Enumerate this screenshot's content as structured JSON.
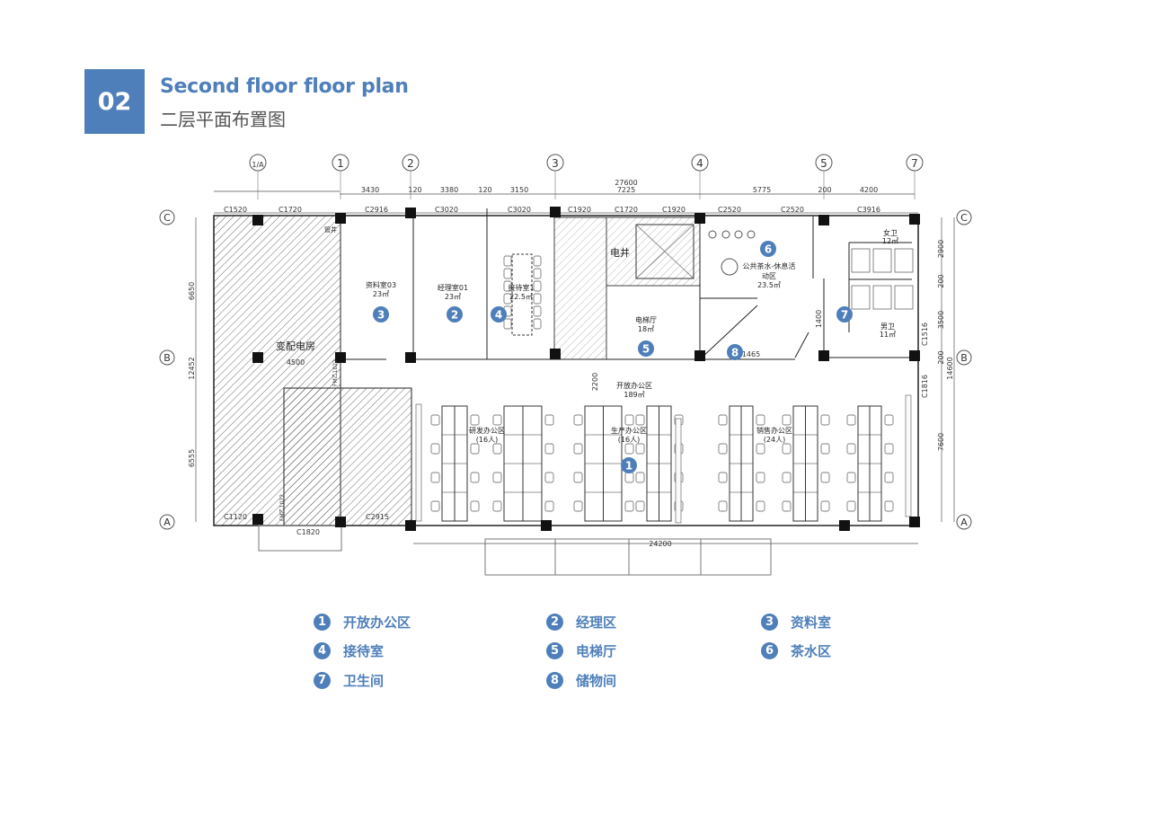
{
  "header": {
    "number": "02",
    "title_en": "Second floor floor plan",
    "title_cn": "二层平面布置图"
  },
  "colors": {
    "accent": "#4f7fba"
  },
  "axes": {
    "cols": [
      "1/A",
      "1",
      "2",
      "3",
      "4",
      "5",
      "7"
    ],
    "rows": [
      "C",
      "B",
      "A"
    ]
  },
  "dimensions": {
    "top": [
      "3430",
      "120",
      "3380",
      "120",
      "3150",
      "27600",
      "7225",
      "5775",
      "200",
      "4200"
    ],
    "left": [
      "6650",
      "12452",
      "6555"
    ],
    "right": [
      "2900",
      "200",
      "3500",
      "200",
      "14600",
      "7600"
    ],
    "bottom": "24200",
    "inner": [
      "4500",
      "2200",
      "1400",
      "1465"
    ]
  },
  "windows": [
    "C1520",
    "C1720",
    "C2916",
    "C3020",
    "C3020",
    "C1920",
    "C1720",
    "C1920",
    "C2520",
    "C2520",
    "C3916",
    "C1516",
    "C1816",
    "C1120",
    "C1820",
    "C2915",
    "FM乙1022",
    "FM乙1022"
  ],
  "rooms": {
    "archive": {
      "name": "资料室03",
      "area": "23㎡"
    },
    "manager": {
      "name": "经理室01",
      "area": "23㎡"
    },
    "reception": {
      "name": "接待室1",
      "area": "22.5㎡"
    },
    "shaft": {
      "name": "电井"
    },
    "shaft2": {
      "name": "管井"
    },
    "elevator": {
      "name": "电梯厅",
      "area": "18㎡"
    },
    "tea": {
      "name1": "公共茶水-休息活",
      "name2": "动区",
      "area": "23.5㎡"
    },
    "female": {
      "name": "女卫",
      "area": "12㎡"
    },
    "male": {
      "name": "男卫",
      "area": "11㎡"
    },
    "power": {
      "name": "变配电房"
    },
    "open": {
      "name": "开放办公区",
      "area": "189㎡"
    },
    "rd": {
      "name": "研发办公区",
      "count": "(16人)"
    },
    "prod": {
      "name": "生产办公区",
      "count": "(16人)"
    },
    "sales": {
      "name": "销售办公区",
      "count": "(24人)"
    }
  },
  "markers": [
    "1",
    "2",
    "3",
    "4",
    "5",
    "6",
    "7",
    "8"
  ],
  "legend": [
    {
      "num": "1",
      "label": "开放办公区"
    },
    {
      "num": "2",
      "label": "经理区"
    },
    {
      "num": "3",
      "label": "资料室"
    },
    {
      "num": "4",
      "label": "接待室"
    },
    {
      "num": "5",
      "label": "电梯厅"
    },
    {
      "num": "6",
      "label": "茶水区"
    },
    {
      "num": "7",
      "label": "卫生间"
    },
    {
      "num": "8",
      "label": "储物间"
    }
  ]
}
